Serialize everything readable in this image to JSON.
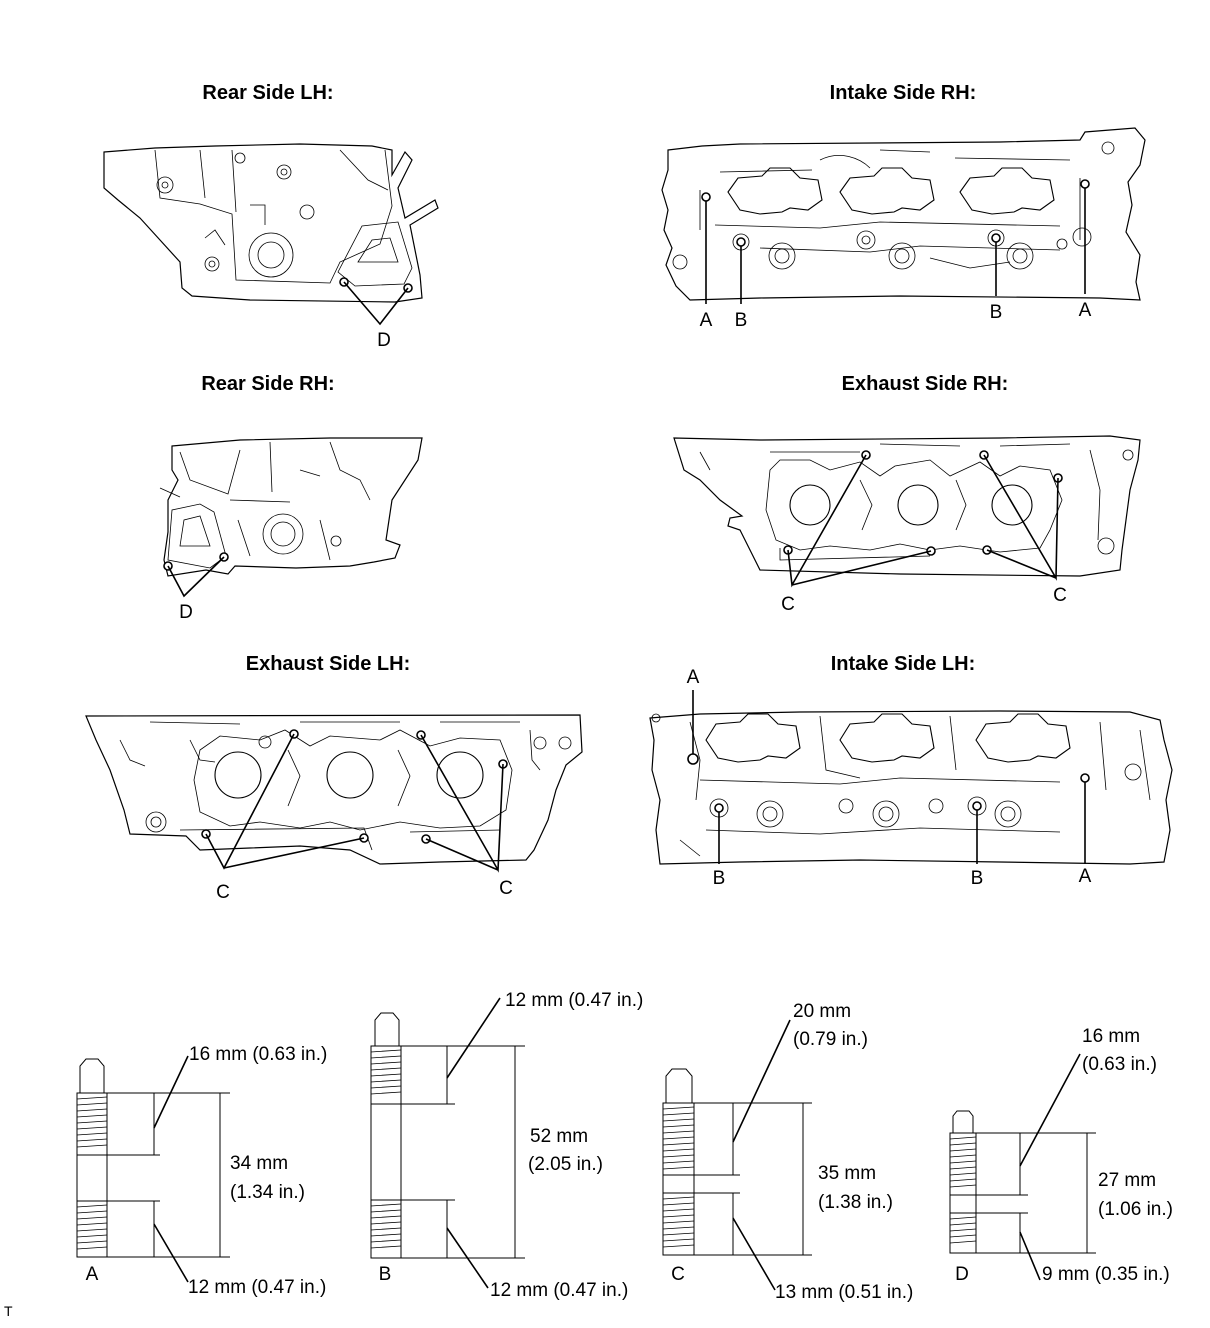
{
  "views": [
    {
      "title": "Rear Side LH:"
    },
    {
      "title": "Intake Side RH:"
    },
    {
      "title": "Rear Side RH:"
    },
    {
      "title": "Exhaust Side RH:"
    },
    {
      "title": "Exhaust Side LH:"
    },
    {
      "title": "Intake Side LH:"
    }
  ],
  "callouts": {
    "a": "A",
    "b": "B",
    "c": "C",
    "d": "D"
  },
  "studs": [
    {
      "label": "A",
      "top": "16 mm (0.63 in.)",
      "total1": "34 mm",
      "total2": "(1.34 in.)",
      "bottom": "12 mm (0.47 in.)"
    },
    {
      "label": "B",
      "top": "12 mm (0.47 in.)",
      "total1": "52 mm",
      "total2": "(2.05 in.)",
      "bottom": "12 mm (0.47 in.)"
    },
    {
      "label": "C",
      "top1": "20 mm",
      "top2": "(0.79 in.)",
      "total1": "35 mm",
      "total2": "(1.38 in.)",
      "bottom": "13 mm (0.51 in.)"
    },
    {
      "label": "D",
      "top1": "16 mm",
      "top2": "(0.63 in.)",
      "total1": "27 mm",
      "total2": "(1.06 in.)",
      "bottom": "9 mm (0.35 in.)"
    }
  ],
  "figure_code": "T"
}
